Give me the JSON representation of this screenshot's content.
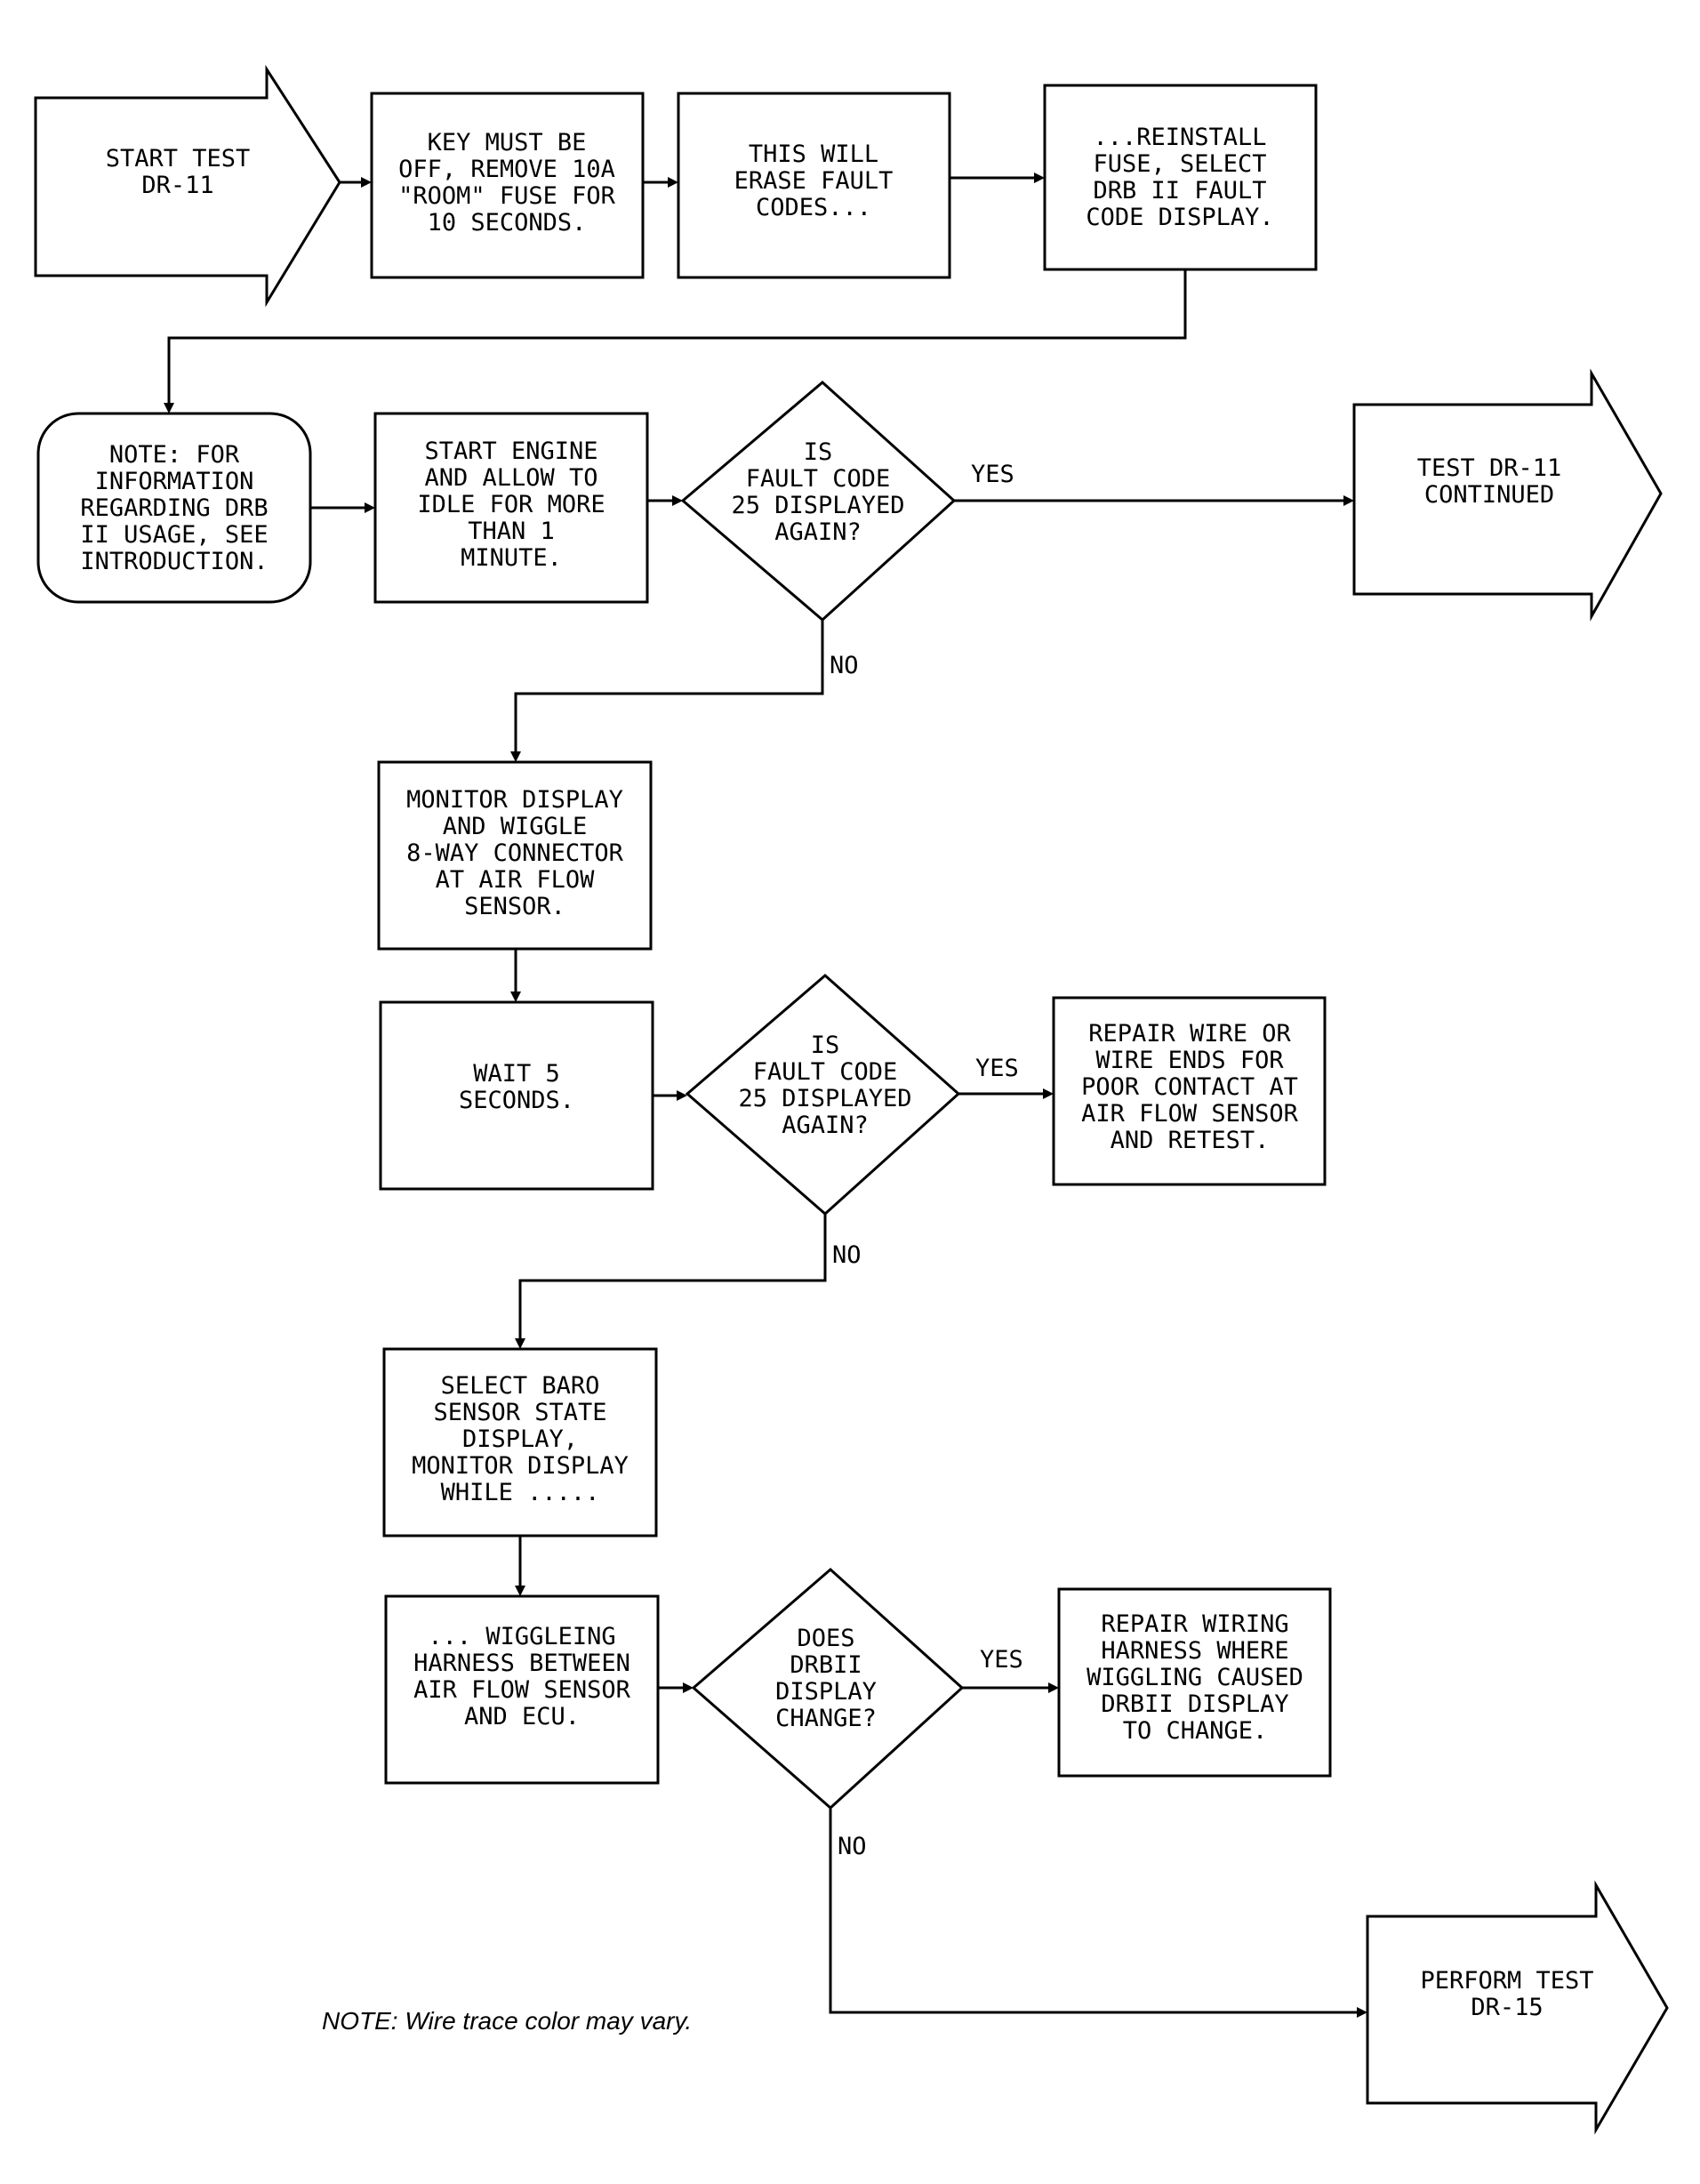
{
  "nodes": {
    "start": {
      "lines": [
        "START TEST",
        "DR-11"
      ]
    },
    "key_off": {
      "lines": [
        "KEY MUST BE",
        "OFF, REMOVE 10A",
        "\"ROOM\" FUSE FOR",
        "10 SECONDS."
      ]
    },
    "erase": {
      "lines": [
        "THIS WILL",
        "ERASE FAULT",
        "CODES..."
      ]
    },
    "reinstall": {
      "lines": [
        "...REINSTALL",
        "FUSE, SELECT",
        "DRB II FAULT",
        "CODE DISPLAY."
      ]
    },
    "note_info": {
      "lines": [
        "NOTE: FOR",
        "INFORMATION",
        "REGARDING DRB",
        "II USAGE, SEE",
        "INTRODUCTION."
      ]
    },
    "start_engine": {
      "lines": [
        "START ENGINE",
        "AND ALLOW TO",
        "IDLE FOR MORE",
        "THAN 1",
        "MINUTE."
      ]
    },
    "decision_1": {
      "lines": [
        "IS",
        "FAULT CODE",
        "25 DISPLAYED",
        "AGAIN?"
      ]
    },
    "continued": {
      "lines": [
        "TEST DR-11",
        "CONTINUED"
      ]
    },
    "monitor": {
      "lines": [
        "MONITOR DISPLAY",
        "AND WIGGLE",
        "8-WAY CONNECTOR",
        "AT AIR FLOW",
        "SENSOR."
      ]
    },
    "wait": {
      "lines": [
        "WAIT 5",
        "SECONDS."
      ]
    },
    "decision_2": {
      "lines": [
        "IS",
        "FAULT CODE",
        "25 DISPLAYED",
        "AGAIN?"
      ]
    },
    "repair_wire": {
      "lines": [
        "REPAIR WIRE OR",
        "WIRE ENDS FOR",
        "POOR CONTACT AT",
        "AIR FLOW SENSOR",
        "AND RETEST."
      ]
    },
    "select_baro": {
      "lines": [
        "SELECT BARO",
        "SENSOR STATE",
        "DISPLAY,",
        "MONITOR DISPLAY",
        "WHILE ....."
      ]
    },
    "wiggle_harness": {
      "lines": [
        "... WIGGLEING",
        "HARNESS BETWEEN",
        "AIR FLOW SENSOR",
        "AND ECU."
      ]
    },
    "decision_3": {
      "lines": [
        "DOES",
        "DRBII",
        "DISPLAY",
        "CHANGE?"
      ]
    },
    "repair_harness": {
      "lines": [
        "REPAIR WIRING",
        "HARNESS WHERE",
        "WIGGLING CAUSED",
        "DRBII DISPLAY",
        "TO CHANGE."
      ]
    },
    "perform": {
      "lines": [
        "PERFORM TEST",
        "DR-15"
      ]
    }
  },
  "labels": {
    "yes_1": "YES",
    "no_1": "NO",
    "yes_2": "YES",
    "no_2": "NO",
    "yes_3": "YES",
    "no_3": "NO"
  },
  "footnote": "NOTE: Wire trace color may vary."
}
